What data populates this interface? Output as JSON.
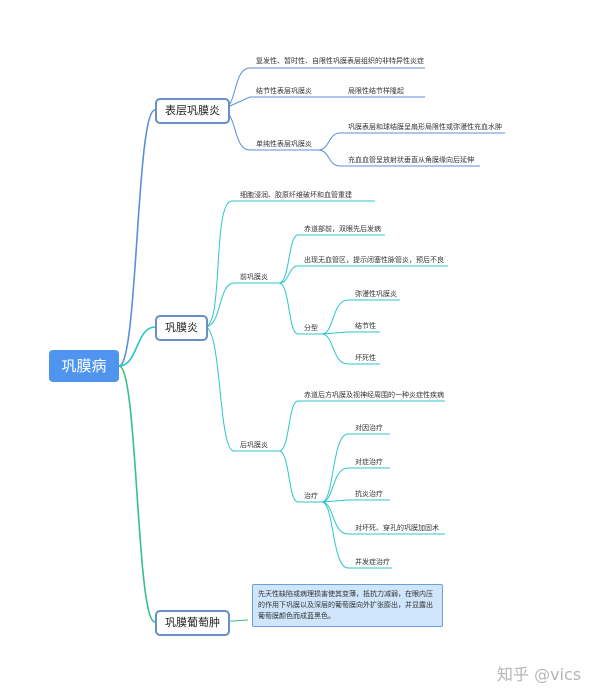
{
  "root": "巩膜病",
  "branches": {
    "superficial": {
      "title": "表层巩膜炎",
      "items": [
        "复发性、暂时性、自限性巩膜表层组织的非特异性炎症",
        "结节性表层巩膜炎",
        "局限性结节样隆起",
        "单纯性表层巩膜炎",
        "巩膜表层和球结膜呈扇形局限性或弥漫性充血水肿",
        "充血血管呈放射状垂直从角膜缘向后延伸"
      ]
    },
    "scleritis": {
      "title": "巩膜炎",
      "items": [
        "细胞浸润、胶原纤维破坏和血管重建",
        "前巩膜炎",
        "赤道部前，双眼先后发病",
        "出现无血管区，提示闭塞性脉管炎，预后不良",
        "分型",
        "弥漫性巩膜炎",
        "结节性",
        "坏死性",
        "后巩膜炎",
        "赤道后方巩膜及视神经周围的一种炎症性疾病",
        "治疗",
        "对因治疗",
        "对症治疗",
        "抗炎治疗",
        "对坏死、穿孔的巩膜加固术",
        "并发症治疗"
      ]
    },
    "staphyloma": {
      "title": "巩膜葡萄肿",
      "note": "先天性缺陷或病理损害使其变薄，抵抗力减弱，在眼内压的作用下巩膜以及深层的葡萄膜向外扩张膨出，并显露出葡萄膜颜色而成蓝黑色。"
    }
  },
  "watermark": "知乎 @vics",
  "colors": {
    "root_fill": "#4f95f0",
    "branch_blue": "#5b8fd9",
    "branch_teal": "#2cc6cb",
    "branch_green": "#36c08a",
    "node_border": "#6a8fc6",
    "note_fill": "#cfe5fb"
  }
}
